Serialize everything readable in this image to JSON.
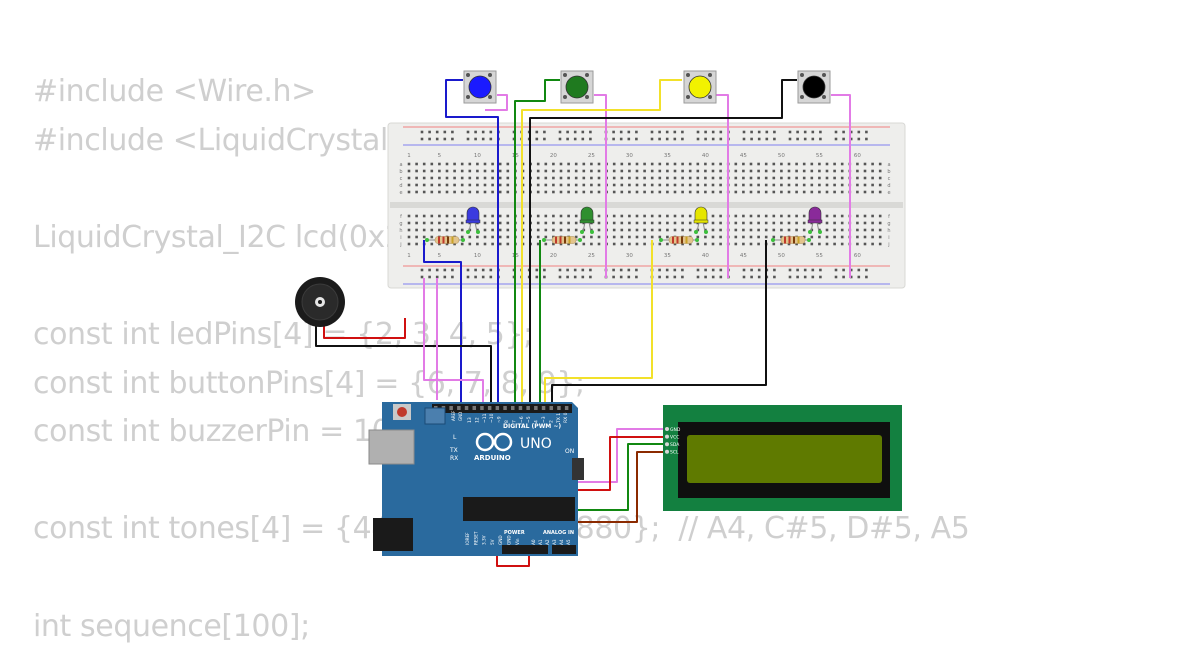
{
  "code_lines": [
    "#include <Wire.h>",
    "#include <LiquidCrystal_I2C.h>",
    "",
    "LiquidCrystal_I2C lcd(0x27, 16, 2);",
    "",
    "const int ledPins[4] = {2, 3, 4, 5};",
    "const int buttonPins[4] = {6, 7, 8, 9};",
    "const int buzzerPin = 10;",
    "",
    "const int tones[4] = {440, 554, 622, 880};  // A4, C#5, D#5, A5",
    "",
    "int sequence[100];"
  ],
  "breadboard": {
    "column_labels": [
      "1",
      "5",
      "10",
      "15",
      "20",
      "25",
      "30",
      "35",
      "40",
      "45",
      "50",
      "55",
      "60"
    ],
    "row_labels_top": [
      "a",
      "b",
      "c",
      "d",
      "e"
    ],
    "row_labels_bottom": [
      "f",
      "g",
      "h",
      "i",
      "j"
    ]
  },
  "buttons": [
    {
      "name": "blue",
      "cap": "#1a1aff"
    },
    {
      "name": "green",
      "cap": "#1f7a1f"
    },
    {
      "name": "yellow",
      "cap": "#f2f200"
    },
    {
      "name": "black",
      "cap": "#000000"
    }
  ],
  "leds": [
    {
      "name": "blue",
      "color": "#3b3bdf"
    },
    {
      "name": "green",
      "color": "#2f8f2f"
    },
    {
      "name": "yellow",
      "color": "#e6e600"
    },
    {
      "name": "purple",
      "color": "#8a2a9a"
    }
  ],
  "arduino": {
    "brand": "ARDUINO",
    "model": "UNO",
    "digital_label": "DIGITAL (PWM ~)",
    "on_label": "ON",
    "l_label": "L",
    "tx_label": "TX",
    "rx_label": "RX",
    "power_label": "POWER",
    "analog_label": "ANALOG IN",
    "aref_label": "AREF",
    "gnd_label": "GND",
    "digital_pins": [
      "13",
      "12",
      "~11",
      "~10",
      "~9",
      "8",
      "7",
      "~6",
      "~5",
      "4",
      "~3",
      "2",
      "TX 1",
      "RX 0"
    ],
    "power_pins": [
      "IOREF",
      "RESET",
      "3.3V",
      "5V",
      "GND",
      "GND",
      "Vin"
    ],
    "analog_pins": [
      "A0",
      "A1",
      "A2",
      "A3",
      "A4",
      "A5"
    ]
  },
  "lcd": {
    "pins": [
      "GND",
      "VCC",
      "SDA",
      "SCL"
    ]
  },
  "colors": {
    "code_text": "#cfcfcf",
    "board_blue": "#2a6a9e",
    "lcd_green": "#138040",
    "lcd_screen": "#5f7a00",
    "wire_blue": "#1a1acc",
    "wire_green": "#118811",
    "wire_yellow": "#f2e12a",
    "wire_black": "#111111",
    "wire_pink": "#e27be6",
    "wire_red": "#d01010"
  }
}
